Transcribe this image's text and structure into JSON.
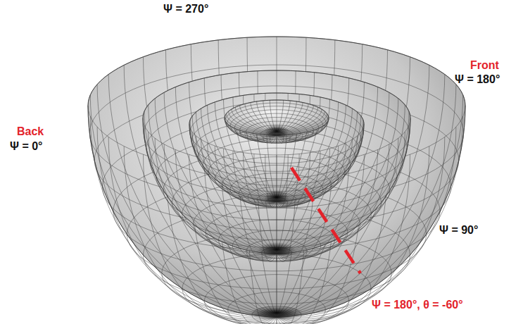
{
  "diagram": {
    "labels": [
      "Ψ = 270°",
      "Front",
      "Ψ = 180°",
      "Back",
      "Ψ = 0°",
      "Ψ = 90°",
      "Ψ = 180°, θ = -60°"
    ]
  }
}
